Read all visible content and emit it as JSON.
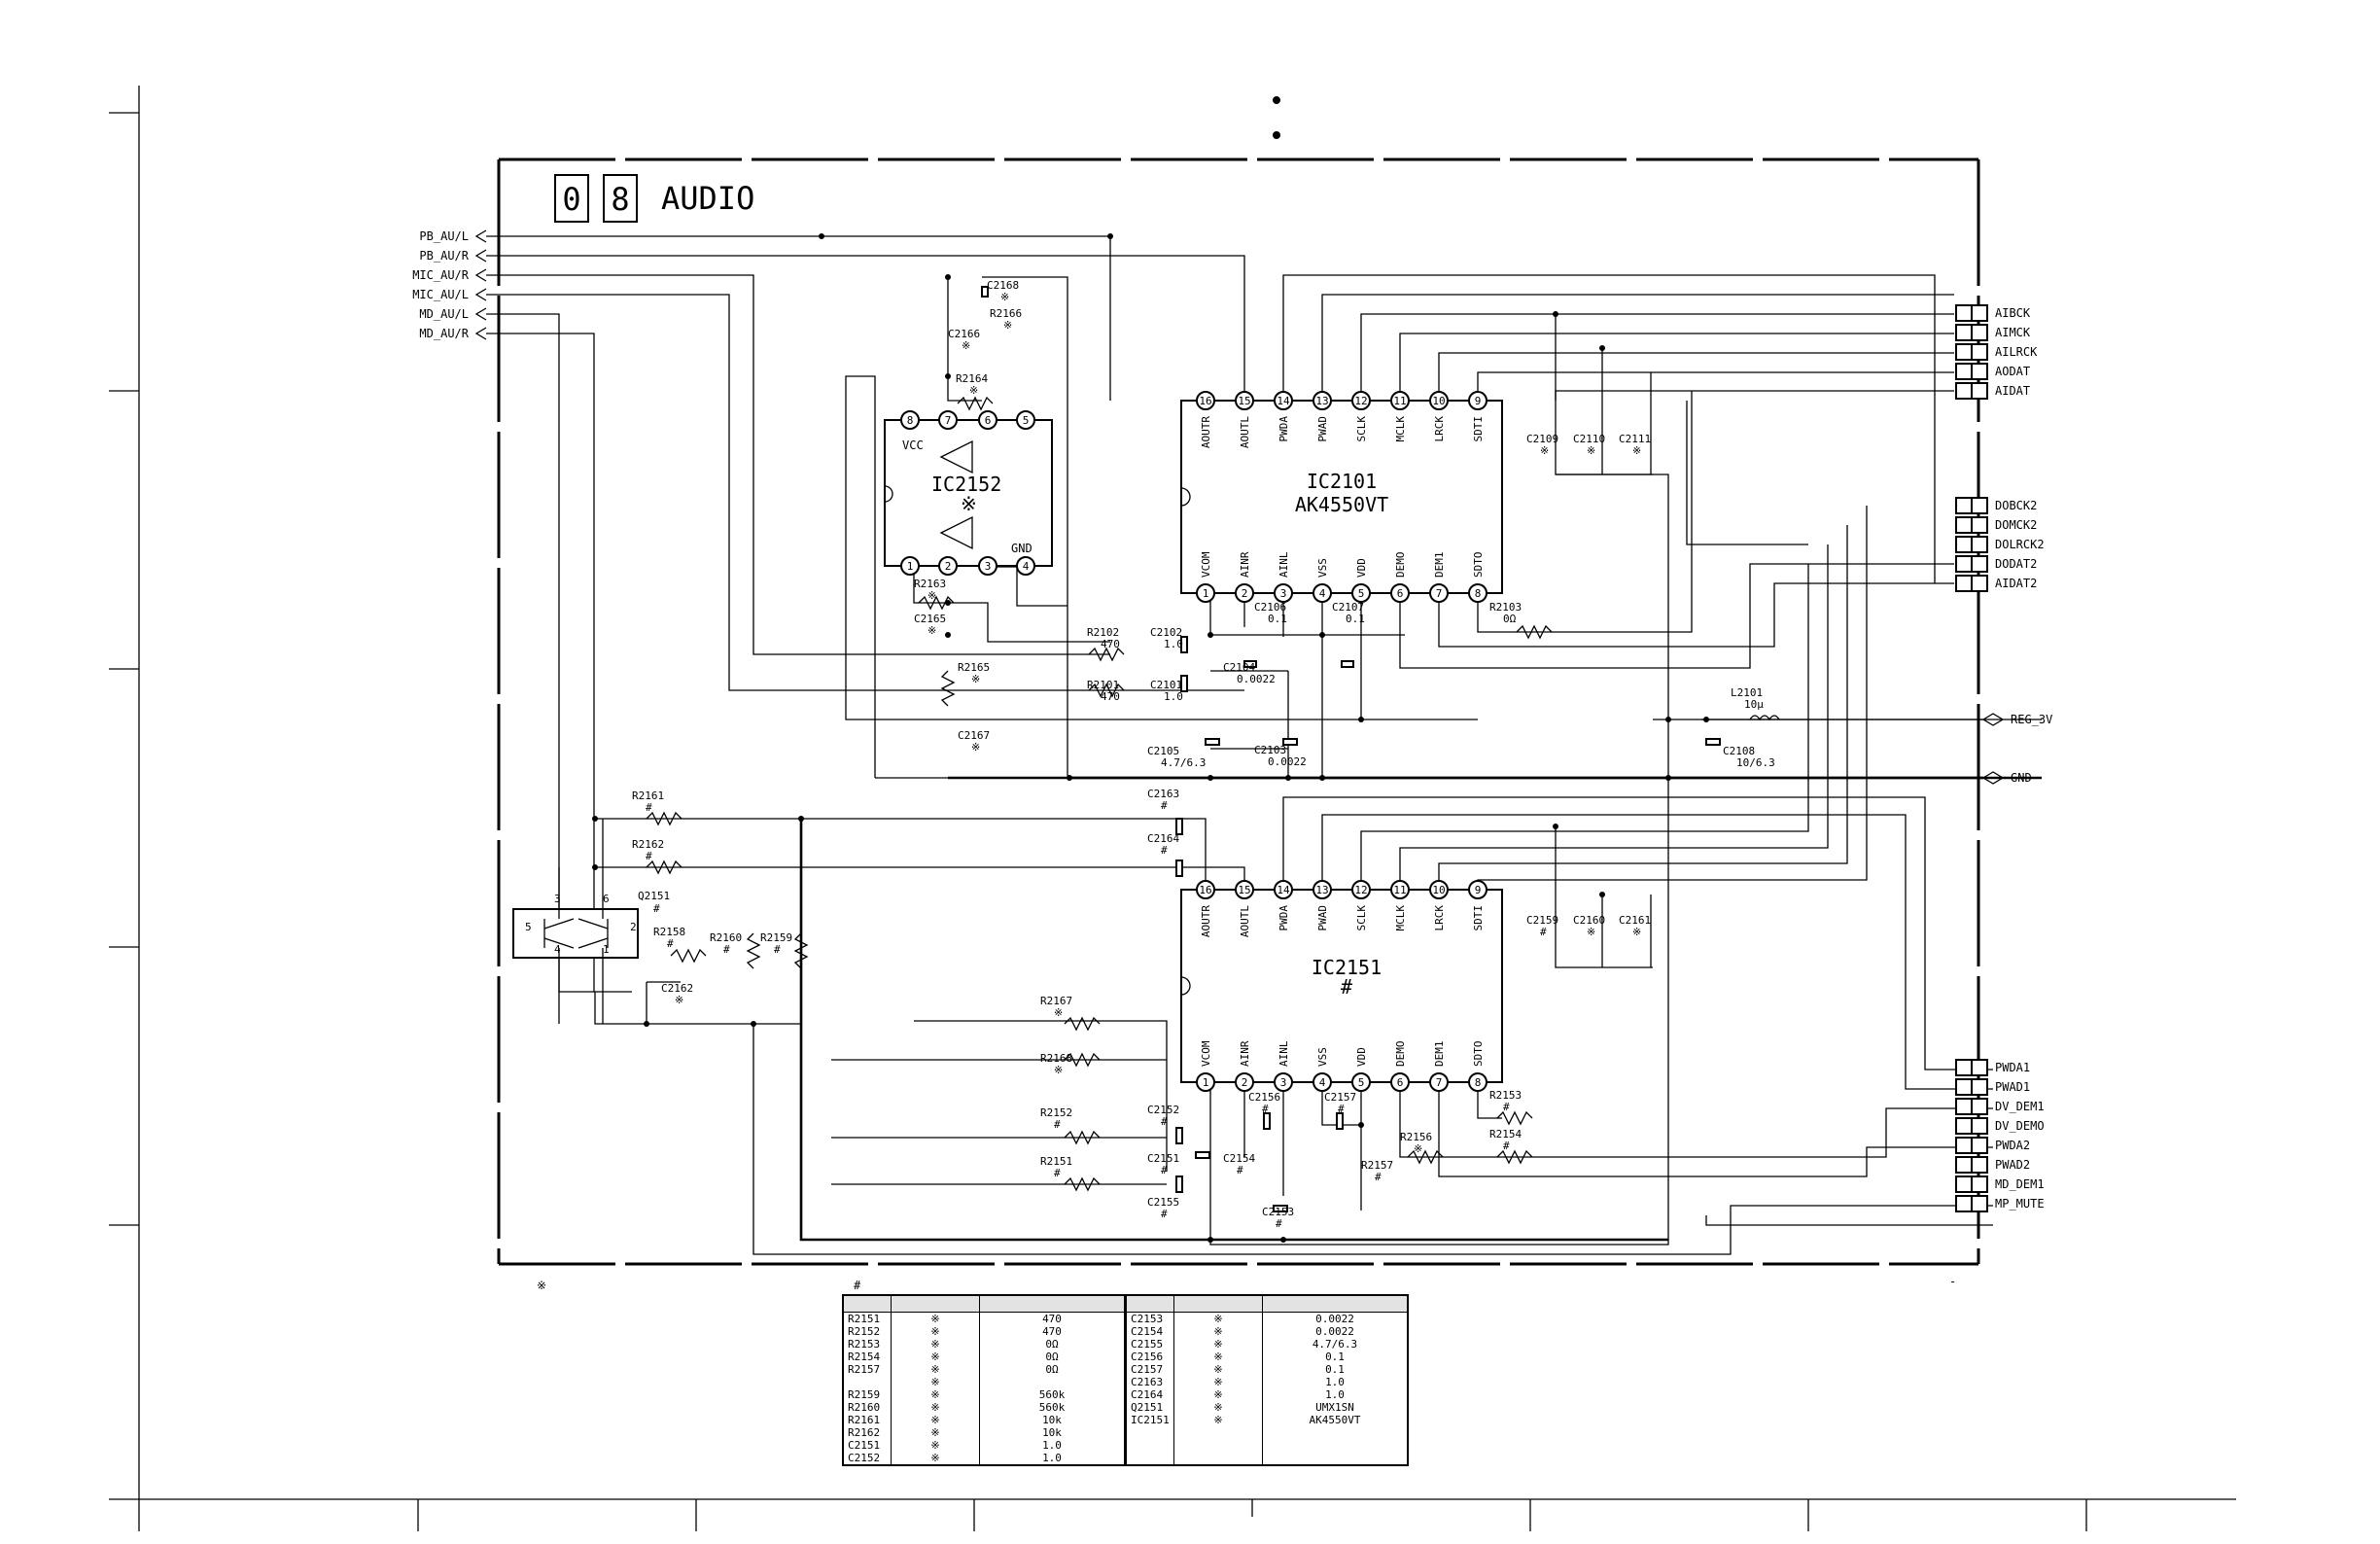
{
  "block": {
    "number_digits": [
      "0",
      "8"
    ],
    "title": "AUDIO"
  },
  "left_ports": [
    "PB_AU/L",
    "PB_AU/R",
    "MIC_AU/R",
    "MIC_AU/L",
    "MD_AU/L",
    "MD_AU/R"
  ],
  "right_ports_top": [
    "AIBCK",
    "AIMCK",
    "AILRCK",
    "AODAT",
    "AIDAT"
  ],
  "right_ports_mid": [
    "DOBCK2",
    "DOMCK2",
    "DOLRCK2",
    "DODAT2",
    "AIDAT2"
  ],
  "right_ports_bottom": [
    "PWDA1",
    "PWAD1",
    "DV_DEM1",
    "DV_DEMO",
    "PWDA2",
    "PWAD2",
    "MD_DEM1",
    "MP_MUTE"
  ],
  "power": {
    "reg": "REG_3V",
    "gnd": "GND"
  },
  "ic2101": {
    "ref": "IC2101",
    "part": "AK4550VT"
  },
  "ic2151": {
    "ref": "IC2151",
    "mark": "#"
  },
  "ic2152": {
    "ref": "IC2152",
    "mark": "※",
    "vcc": "VCC",
    "gnd": "GND",
    "top_pins": [
      "8",
      "7",
      "6",
      "5"
    ],
    "bottom_pins": [
      "1",
      "2",
      "3",
      "4"
    ]
  },
  "codec_top_pins": [
    {
      "num": "16",
      "name": "AOUTR"
    },
    {
      "num": "15",
      "name": "AOUTL"
    },
    {
      "num": "14",
      "name": "PWDA"
    },
    {
      "num": "13",
      "name": "PWAD"
    },
    {
      "num": "12",
      "name": "SCLK"
    },
    {
      "num": "11",
      "name": "MCLK"
    },
    {
      "num": "10",
      "name": "LRCK"
    },
    {
      "num": "9",
      "name": "SDTI"
    }
  ],
  "codec_bottom_pins": [
    {
      "num": "1",
      "name": "VCOM"
    },
    {
      "num": "2",
      "name": "AINR"
    },
    {
      "num": "3",
      "name": "AINL"
    },
    {
      "num": "4",
      "name": "VSS"
    },
    {
      "num": "5",
      "name": "VDD"
    },
    {
      "num": "6",
      "name": "DEMO"
    },
    {
      "num": "7",
      "name": "DEM1"
    },
    {
      "num": "8",
      "name": "SDTO"
    }
  ],
  "q2151": {
    "ref": "Q2151",
    "mark": "#",
    "pins": [
      "3",
      "6",
      "5",
      "4",
      "1",
      "2"
    ]
  },
  "component_labels": [
    {
      "ref": "C2168",
      "val": "※"
    },
    {
      "ref": "R2166",
      "val": "※"
    },
    {
      "ref": "C2166",
      "val": "※"
    },
    {
      "ref": "R2164",
      "val": "※"
    },
    {
      "ref": "R2163",
      "val": "※"
    },
    {
      "ref": "C2165",
      "val": "※"
    },
    {
      "ref": "R2165",
      "val": "※"
    },
    {
      "ref": "C2167",
      "val": "※"
    },
    {
      "ref": "R2102",
      "val": "470"
    },
    {
      "ref": "C2102",
      "val": "1.0"
    },
    {
      "ref": "R2101",
      "val": "470"
    },
    {
      "ref": "C2101",
      "val": "1.0"
    },
    {
      "ref": "C2104",
      "val": "0.0022"
    },
    {
      "ref": "C2105",
      "val": "4.7/6.3"
    },
    {
      "ref": "C2103",
      "val": "0.0022"
    },
    {
      "ref": "C2106",
      "val": "0.1"
    },
    {
      "ref": "C2107",
      "val": "0.1"
    },
    {
      "ref": "R2103",
      "val": "0Ω"
    },
    {
      "ref": "C2109",
      "val": "※"
    },
    {
      "ref": "C2110",
      "val": "※"
    },
    {
      "ref": "C2111",
      "val": "※"
    },
    {
      "ref": "L2101",
      "val": "10μ"
    },
    {
      "ref": "C2108",
      "val": "10/6.3"
    },
    {
      "ref": "R2161",
      "val": "#"
    },
    {
      "ref": "R2162",
      "val": "#"
    },
    {
      "ref": "C2163",
      "val": "#"
    },
    {
      "ref": "C2164",
      "val": "#"
    },
    {
      "ref": "R2158",
      "val": "#"
    },
    {
      "ref": "R2160",
      "val": "#"
    },
    {
      "ref": "R2159",
      "val": "#"
    },
    {
      "ref": "C2162",
      "val": "※"
    },
    {
      "ref": "C2159",
      "val": "#"
    },
    {
      "ref": "C2160",
      "val": "※"
    },
    {
      "ref": "C2161",
      "val": "※"
    },
    {
      "ref": "R2167",
      "val": "※"
    },
    {
      "ref": "R2168",
      "val": "※"
    },
    {
      "ref": "R2152",
      "val": "#"
    },
    {
      "ref": "C2152",
      "val": "#"
    },
    {
      "ref": "R2151",
      "val": "#"
    },
    {
      "ref": "C2151",
      "val": "#"
    },
    {
      "ref": "C2154",
      "val": "#"
    },
    {
      "ref": "C2156",
      "val": "#"
    },
    {
      "ref": "C2157",
      "val": "#"
    },
    {
      "ref": "C2155",
      "val": "#"
    },
    {
      "ref": "C2153",
      "val": "#"
    },
    {
      "ref": "R2153",
      "val": "#"
    },
    {
      "ref": "R2154",
      "val": "#"
    },
    {
      "ref": "R2156",
      "val": "※"
    },
    {
      "ref": "R2157",
      "val": "#"
    }
  ],
  "notes": {
    "left": "※",
    "middle": "#",
    "right": "-"
  },
  "parts_table": {
    "left": [
      [
        "R2151",
        "※",
        "470"
      ],
      [
        "R2152",
        "※",
        "470"
      ],
      [
        "R2153",
        "※",
        "0Ω"
      ],
      [
        "R2154",
        "※",
        "0Ω"
      ],
      [
        "R2157",
        "※",
        "0Ω"
      ],
      [
        "",
        "※",
        ""
      ],
      [
        "R2159",
        "※",
        "560k"
      ],
      [
        "R2160",
        "※",
        "560k"
      ],
      [
        "R2161",
        "※",
        "10k"
      ],
      [
        "R2162",
        "※",
        "10k"
      ],
      [
        "C2151",
        "※",
        "1.0"
      ],
      [
        "C2152",
        "※",
        "1.0"
      ]
    ],
    "right": [
      [
        "C2153",
        "※",
        "0.0022"
      ],
      [
        "C2154",
        "※",
        "0.0022"
      ],
      [
        "C2155",
        "※",
        "4.7/6.3"
      ],
      [
        "C2156",
        "※",
        "0.1"
      ],
      [
        "C2157",
        "※",
        "0.1"
      ],
      [
        "C2163",
        "※",
        "1.0"
      ],
      [
        "C2164",
        "※",
        "1.0"
      ],
      [
        "Q2151",
        "※",
        "UMX1SN"
      ],
      [
        "IC2151",
        "※",
        "AK4550VT"
      ],
      [
        "",
        "",
        ""
      ],
      [
        "",
        "",
        ""
      ],
      [
        "",
        "",
        ""
      ]
    ]
  }
}
